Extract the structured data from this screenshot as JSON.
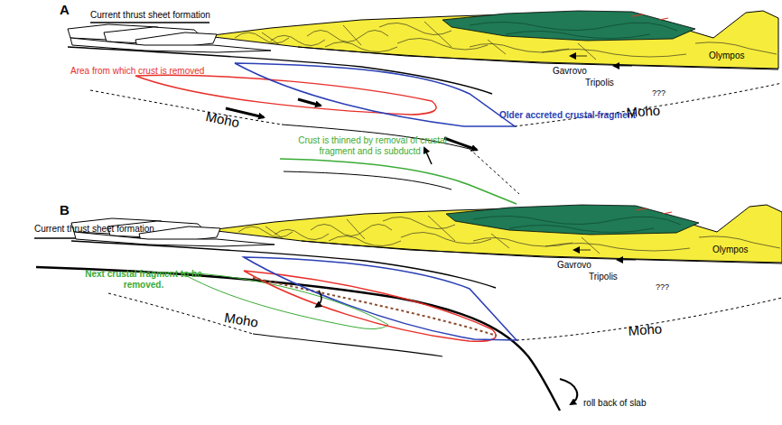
{
  "diagram": {
    "labels": [
      "A",
      "Current thrust sheet formation",
      "Gavrovo",
      "Tripolis",
      "???",
      "Olympos",
      "Area from which crust is removed",
      "Older accreted crustal fragment",
      "Moho",
      "Moho",
      "Crust is thinned by removal of crustal fragment and is subductd .",
      "B",
      "Current thrust sheet formation",
      "Next crustal fragment to be removed.",
      "Gavrovo",
      "Tripolis",
      "???",
      "Olympos",
      "Moho",
      "Moho",
      "roll back of slab"
    ]
  }
}
